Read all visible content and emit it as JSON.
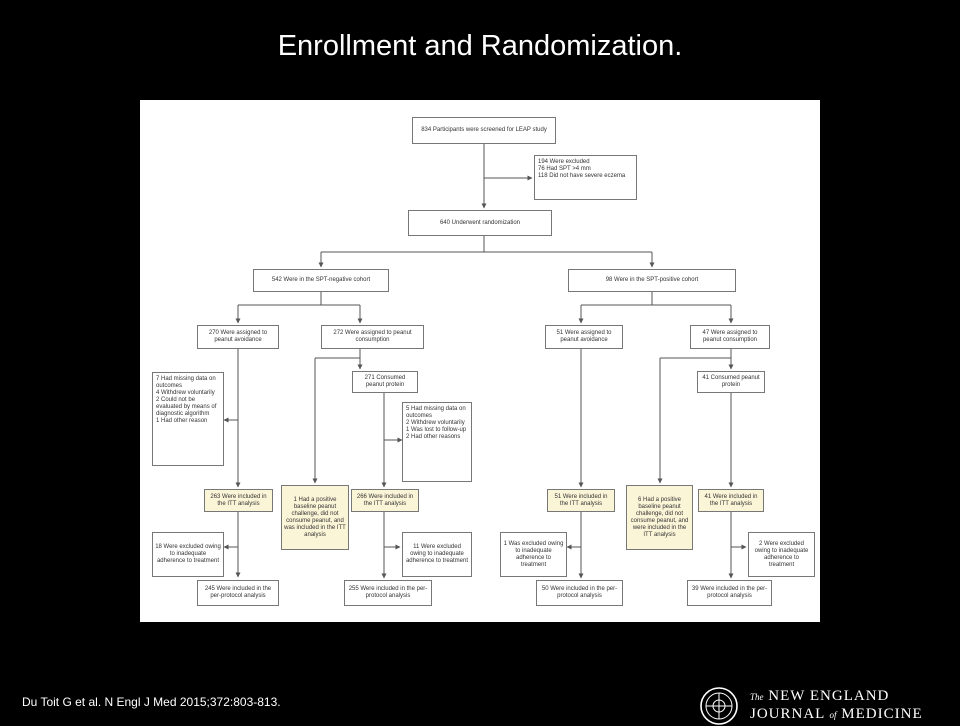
{
  "slide": {
    "title": "Enrollment and Randomization.",
    "citation": "Du Toit G et al. N Engl J Med 2015;372:803-813.",
    "journal_top_prefix": "The",
    "journal_top": "NEW ENGLAND",
    "journal_bottom_a": "JOURNAL",
    "journal_bottom_of": "of",
    "journal_bottom_b": "MEDICINE"
  },
  "diagram": {
    "screened": "834 Participants were screened for LEAP study",
    "excluded": "194 Were excluded\n76 Had SPT >4 mm\n118 Did not have severe eczema",
    "randomized": "640 Underwent randomization",
    "neg_cohort": "542 Were in the SPT-negative cohort",
    "pos_cohort": "98 Were in the SPT-positive cohort",
    "neg_avoid": "270 Were assigned to peanut avoidance",
    "neg_consume": "272 Were assigned to peanut consumption",
    "pos_avoid": "51 Were assigned to peanut avoidance",
    "pos_consume": "47 Were assigned to peanut consumption",
    "neg_avoid_missing": "7 Had missing data on outcomes\n4 Withdrew voluntarily\n2 Could not be evaluated by means of diagnostic algorithm\n1 Had other reason",
    "neg_consumed_protein": "271 Consumed peanut protein",
    "neg_consume_missing": "5 Had missing data on outcomes\n2 Withdrew voluntarily\n1 Was lost to follow-up\n2 Had other reasons",
    "pos_consumed_protein": "41 Consumed peanut protein",
    "neg_avoid_itt": "263 Were included in the ITT analysis",
    "neg_pos_challenge": "1 Had a positive baseline peanut challenge, did not consume peanut, and was included in the ITT analysis",
    "neg_consume_itt": "266 Were included in the ITT analysis",
    "pos_avoid_itt": "51 Were included in the ITT analysis",
    "pos_pos_challenge": "6 Had a positive baseline peanut challenge, did not consume peanut, and were included in the ITT analysis",
    "pos_consume_itt": "41 Were included in the ITT analysis",
    "neg_avoid_excl": "18 Were excluded owing to inadequate adherence to treatment",
    "neg_consume_excl": "11 Were excluded owing to inadequate adherence to treatment",
    "pos_avoid_excl": "1 Was excluded owing to inadequate adherence to treatment",
    "pos_consume_excl": "2 Were excluded owing to inadequate adherence to treatment",
    "neg_avoid_pp": "245 Were included in the per-protocol analysis",
    "neg_consume_pp": "255 Were included in the per-protocol analysis",
    "pos_avoid_pp": "50 Were included in the per-protocol analysis",
    "pos_consume_pp": "39 Were included in the per-protocol analysis"
  }
}
